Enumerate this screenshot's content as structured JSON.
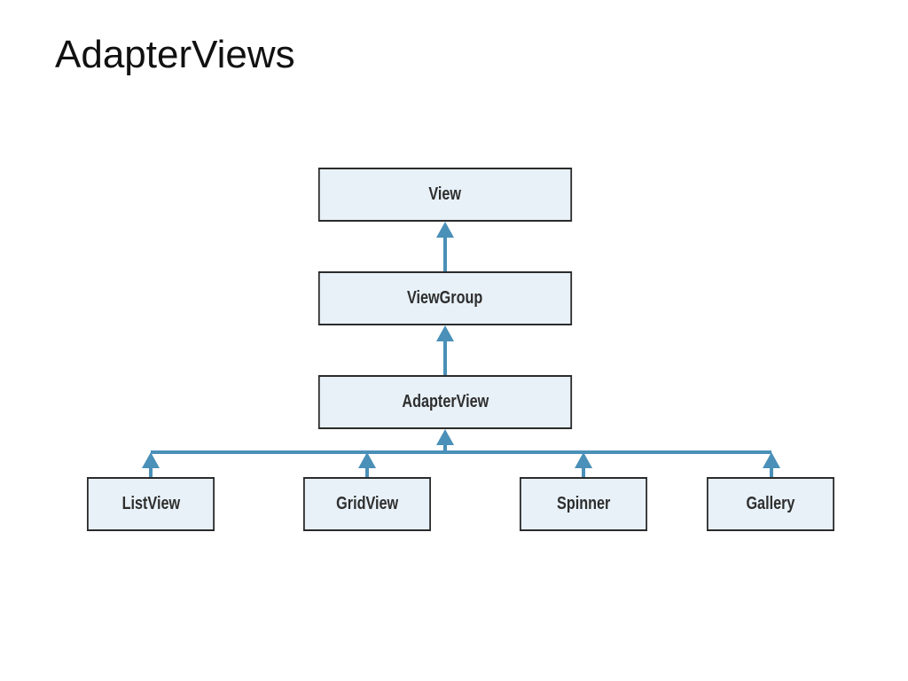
{
  "slide": {
    "title": "AdapterViews"
  },
  "diagram": {
    "connector_color": "#4a90b8",
    "box_fill": "#e8f1f8",
    "box_border": "#2b2b2b",
    "nodes": {
      "view": "View",
      "viewgroup": "ViewGroup",
      "adapterview": "AdapterView",
      "listview": "ListView",
      "gridview": "GridView",
      "spinner": "Spinner",
      "gallery": "Gallery"
    },
    "edges": [
      [
        "viewgroup",
        "view"
      ],
      [
        "adapterview",
        "viewgroup"
      ],
      [
        "listview",
        "adapterview"
      ],
      [
        "gridview",
        "adapterview"
      ],
      [
        "spinner",
        "adapterview"
      ],
      [
        "gallery",
        "adapterview"
      ]
    ]
  }
}
